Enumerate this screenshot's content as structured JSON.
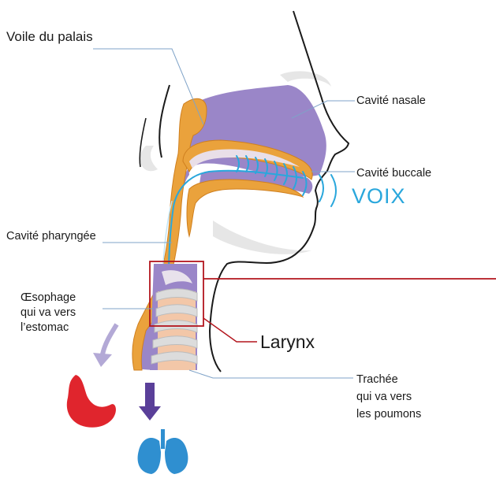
{
  "labels": {
    "voile_du_palais": "Voile du palais",
    "cavite_nasale": "Cavité nasale",
    "cavite_buccale": "Cavité buccale",
    "voix": "VOIX",
    "cavite_pharyngee": "Cavité pharyngée",
    "oesophage": [
      "Œsophage",
      "qui va vers",
      "l’estomac"
    ],
    "larynx": "Larynx",
    "trachee": [
      "Trachée",
      "qui va vers",
      "les poumons"
    ]
  },
  "colors": {
    "cavity_purple": "#9a86c8",
    "lining_orange": "#eaa23c",
    "lining_stroke": "#cf7f1e",
    "sound_blue": "#2aa7dc",
    "highlight_red": "#b3151d",
    "stomach_red": "#e0252d",
    "lung_blue": "#2f8fd0",
    "arrow_lilac": "#b3a9d6",
    "arrow_purple": "#5a3f99",
    "outline_black": "#1a1a1a",
    "leader_blue": "#7fa3c8",
    "cartilage_peach": "#f0b896",
    "shadow_gray": "#e4e4e4"
  },
  "icons": [
    "stomach-icon",
    "lungs-icon",
    "down-arrow-icon",
    "sound-wave-icon"
  ]
}
